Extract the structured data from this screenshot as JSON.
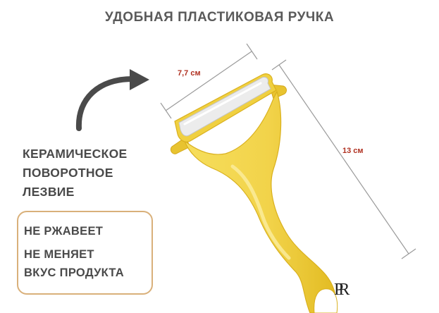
{
  "header": {
    "title": "УДОБНАЯ ПЛАСТИКОВАЯ РУЧКА"
  },
  "blade_label": {
    "lines": [
      "КЕРАМИЧЕСКОЕ",
      "ПОВОРОТНОЕ",
      "ЛЕЗВИЕ"
    ]
  },
  "features": {
    "item1": "НЕ РЖАВЕЕТ",
    "item2_line1": "НЕ МЕНЯЕТ",
    "item2_line2": "ВКУС ПРОДУКТА"
  },
  "dimensions": {
    "width": "7,7 см",
    "length": "13 см"
  },
  "brand": {
    "logo": "PR"
  },
  "colors": {
    "handle": "#f2d34a",
    "handle_shade": "#e0b820",
    "blade": "#ececec",
    "dimension_text": "#b03020",
    "box_border": "#d9b07a",
    "text": "#4a4a4a"
  },
  "icons": [
    "curved-arrow-icon",
    "dimension-line-icon"
  ]
}
